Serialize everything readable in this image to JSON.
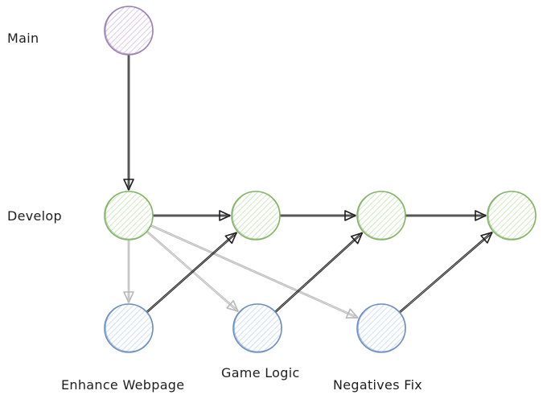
{
  "diagram": {
    "title": "Git branching diagram",
    "lanes": [
      {
        "id": "main",
        "label": "Main"
      },
      {
        "id": "develop",
        "label": "Develop"
      }
    ],
    "feature_labels": [
      {
        "id": "f1",
        "label": "Enhance Webpage"
      },
      {
        "id": "f2",
        "label": "Game Logic"
      },
      {
        "id": "f3",
        "label": "Negatives Fix"
      }
    ],
    "colors": {
      "main_stroke": "#9c7eb5",
      "main_fill": "#d9c9ec",
      "develop_stroke": "#82b366",
      "develop_fill": "#cfe8c0",
      "feature_stroke": "#6c8ebf",
      "feature_fill": "#cfdff5",
      "arrow_dark": "#1e1e1e",
      "arrow_light": "#b8b8b8"
    },
    "nodes": [
      {
        "id": "main1",
        "type": "main"
      },
      {
        "id": "dev1",
        "type": "develop"
      },
      {
        "id": "dev2",
        "type": "develop"
      },
      {
        "id": "dev3",
        "type": "develop"
      },
      {
        "id": "dev4",
        "type": "develop"
      },
      {
        "id": "feat1",
        "type": "feature",
        "label": "Enhance Webpage"
      },
      {
        "id": "feat2",
        "type": "feature",
        "label": "Game Logic"
      },
      {
        "id": "feat3",
        "type": "feature",
        "label": "Negatives Fix"
      }
    ],
    "edges": [
      {
        "from": "main1",
        "to": "dev1",
        "style": "dark"
      },
      {
        "from": "dev1",
        "to": "dev2",
        "style": "dark"
      },
      {
        "from": "dev2",
        "to": "dev3",
        "style": "dark"
      },
      {
        "from": "dev3",
        "to": "dev4",
        "style": "dark"
      },
      {
        "from": "dev1",
        "to": "feat1",
        "style": "light"
      },
      {
        "from": "dev1",
        "to": "feat2",
        "style": "light"
      },
      {
        "from": "dev1",
        "to": "feat3",
        "style": "light"
      },
      {
        "from": "feat1",
        "to": "dev2",
        "style": "dark"
      },
      {
        "from": "feat2",
        "to": "dev3",
        "style": "dark"
      },
      {
        "from": "feat3",
        "to": "dev4",
        "style": "dark"
      }
    ]
  }
}
